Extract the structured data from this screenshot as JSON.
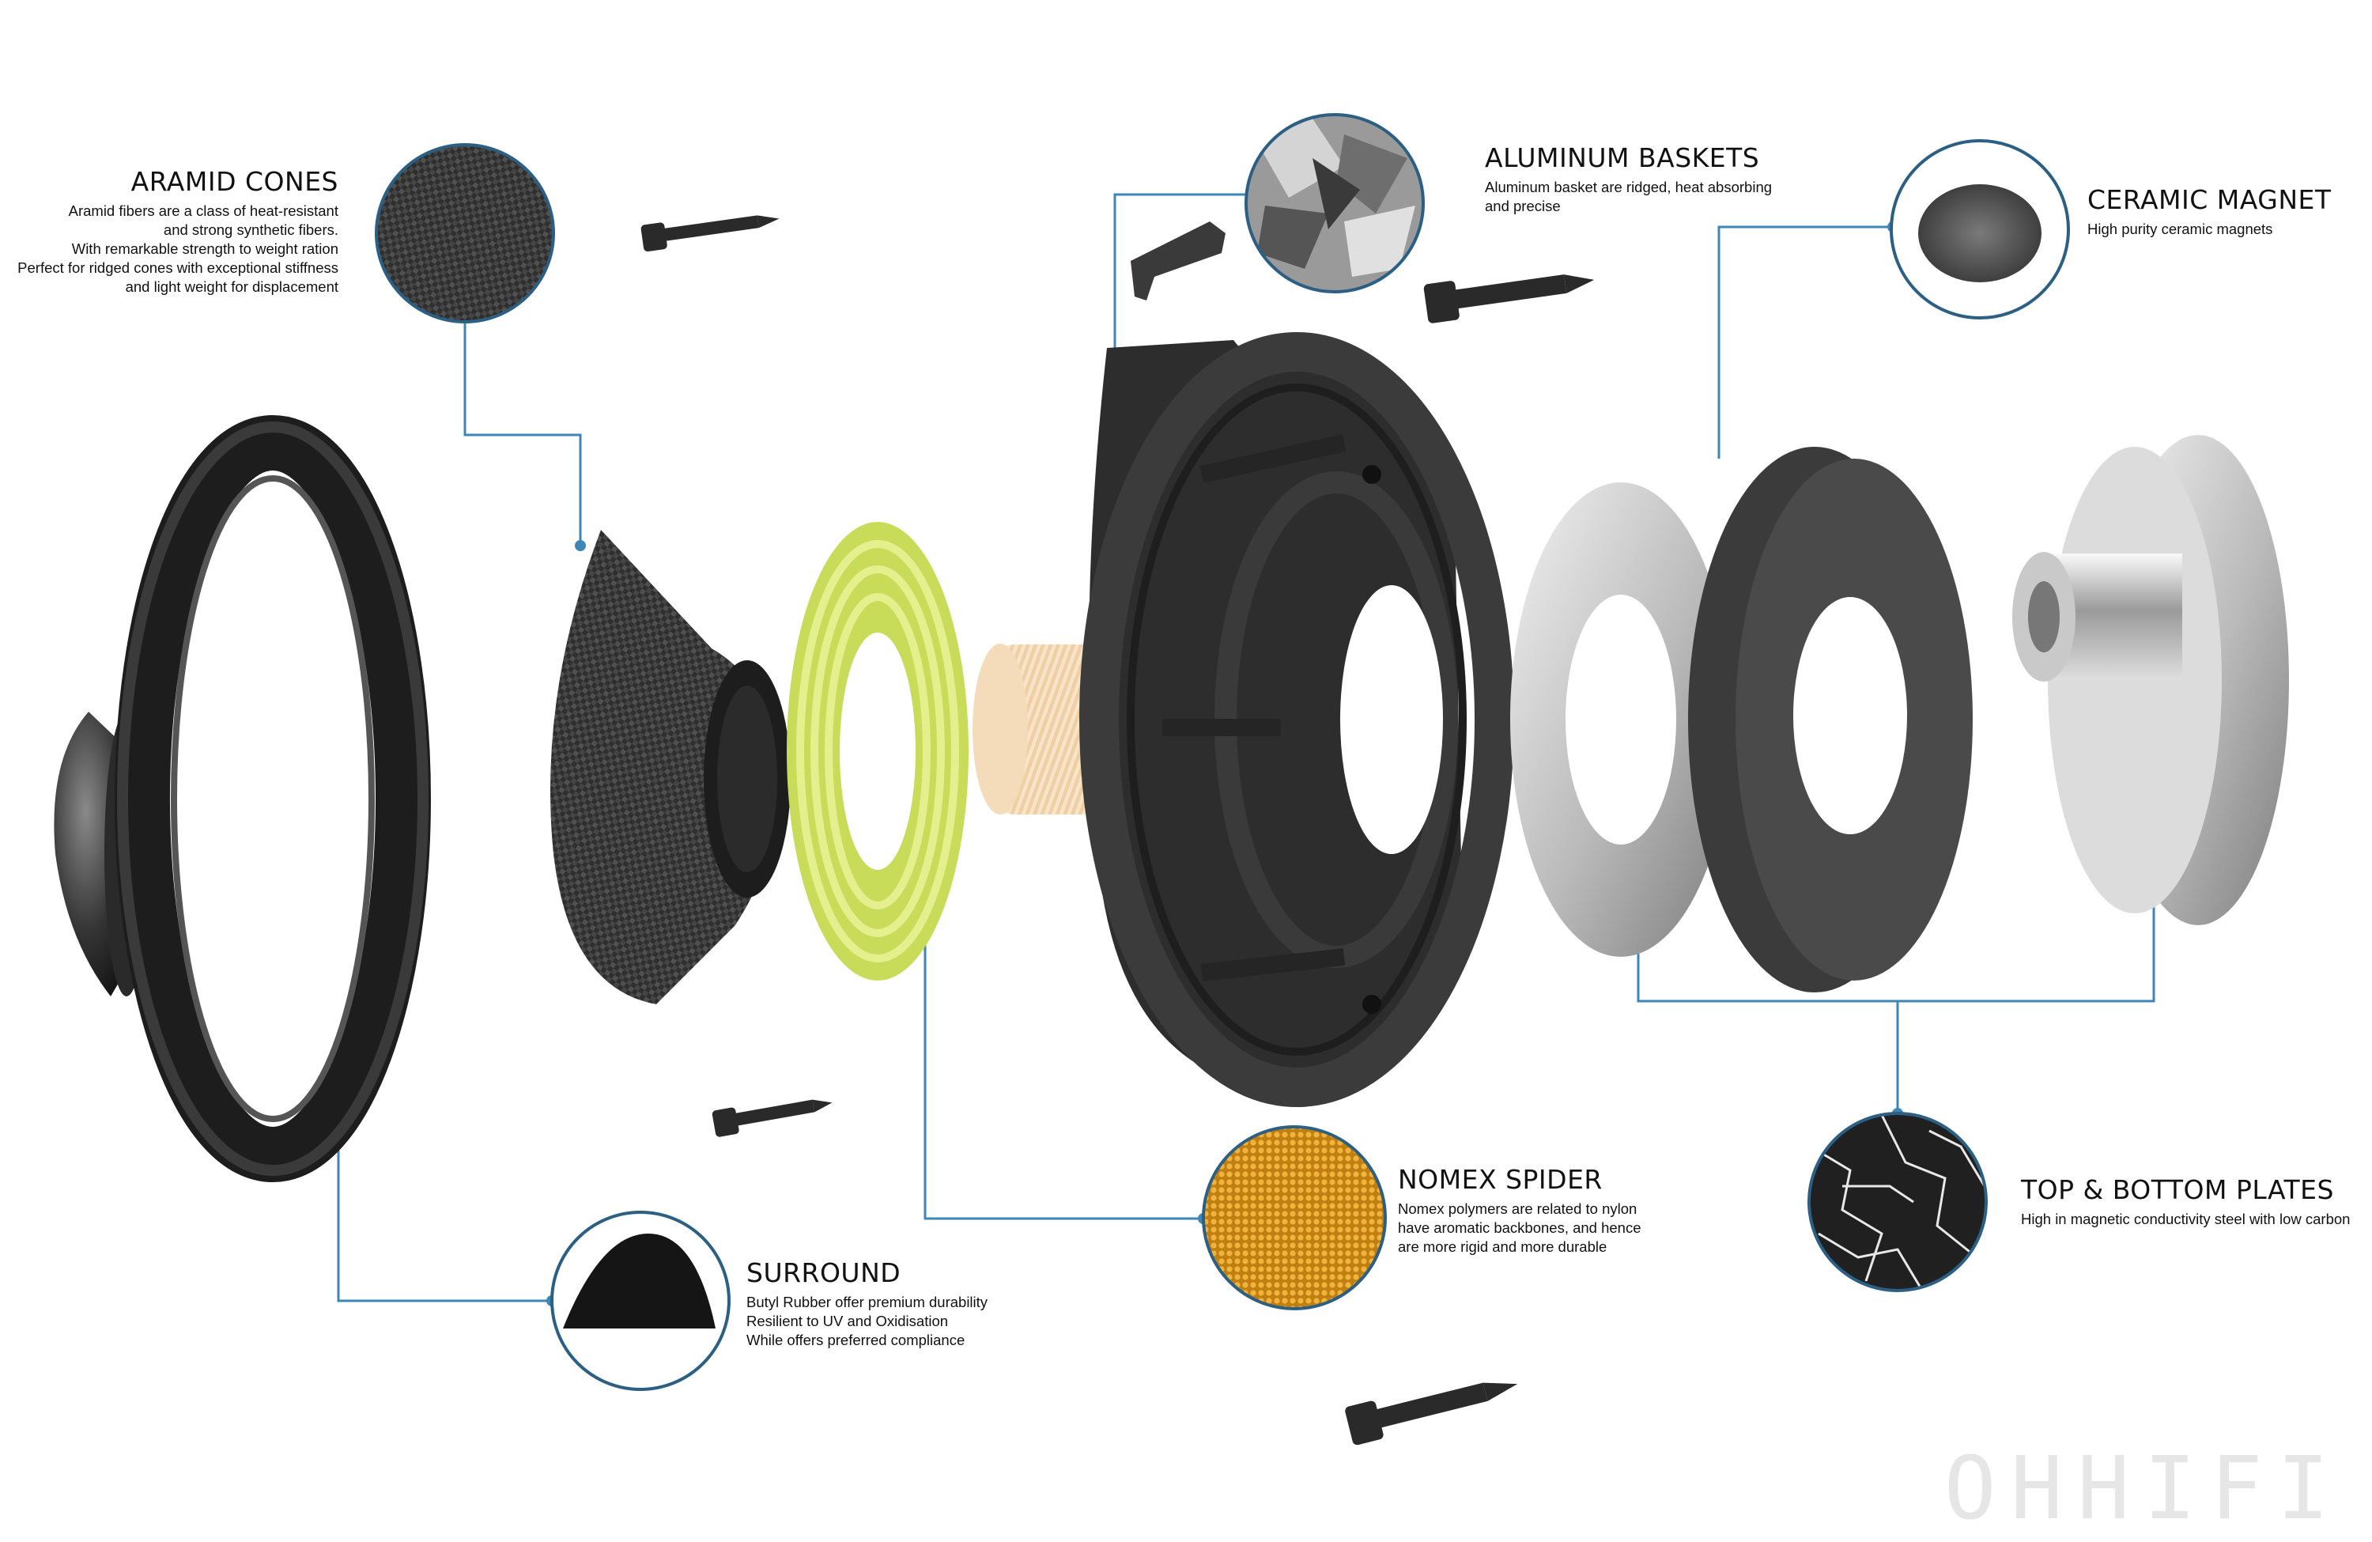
{
  "components": {
    "aramid_cones": {
      "title": "ARAMID CONES",
      "lines": [
        "Aramid fibers are a class of heat-resistant",
        "and strong synthetic fibers.",
        "With remarkable strength to weight ration",
        "Perfect for ridged cones with exceptional stiffness",
        "and light weight for displacement"
      ]
    },
    "aluminum_baskets": {
      "title": "ALUMINUM BASKETS",
      "lines": [
        "Aluminum basket are ridged, heat absorbing",
        "and precise"
      ]
    },
    "ceramic_magnet": {
      "title": "CERAMIC MAGNET",
      "lines": [
        "High purity ceramic magnets"
      ]
    },
    "nomex_spider": {
      "title": "NOMEX SPIDER",
      "lines": [
        "Nomex polymers are related to nylon",
        "have aromatic backbones, and hence",
        "are more rigid and more durable"
      ]
    },
    "surround": {
      "title": "SURROUND",
      "lines": [
        "Butyl Rubber offer premium durability",
        "Resilient to UV and Oxidisation",
        "While offers preferred compliance"
      ]
    },
    "top_bottom_plates": {
      "title": "TOP & BOTTOM PLATES",
      "lines": [
        "High in magnetic conductivity steel with low carbon"
      ]
    }
  },
  "brand": "OHHIFI",
  "colors": {
    "leader": "#3d86b5",
    "surround_foam": "#d2e46a",
    "voice_coil": "#f4dcbb",
    "nomex": "#d89a1c",
    "rubber": "#202020",
    "steel": "#b4b4b4"
  }
}
